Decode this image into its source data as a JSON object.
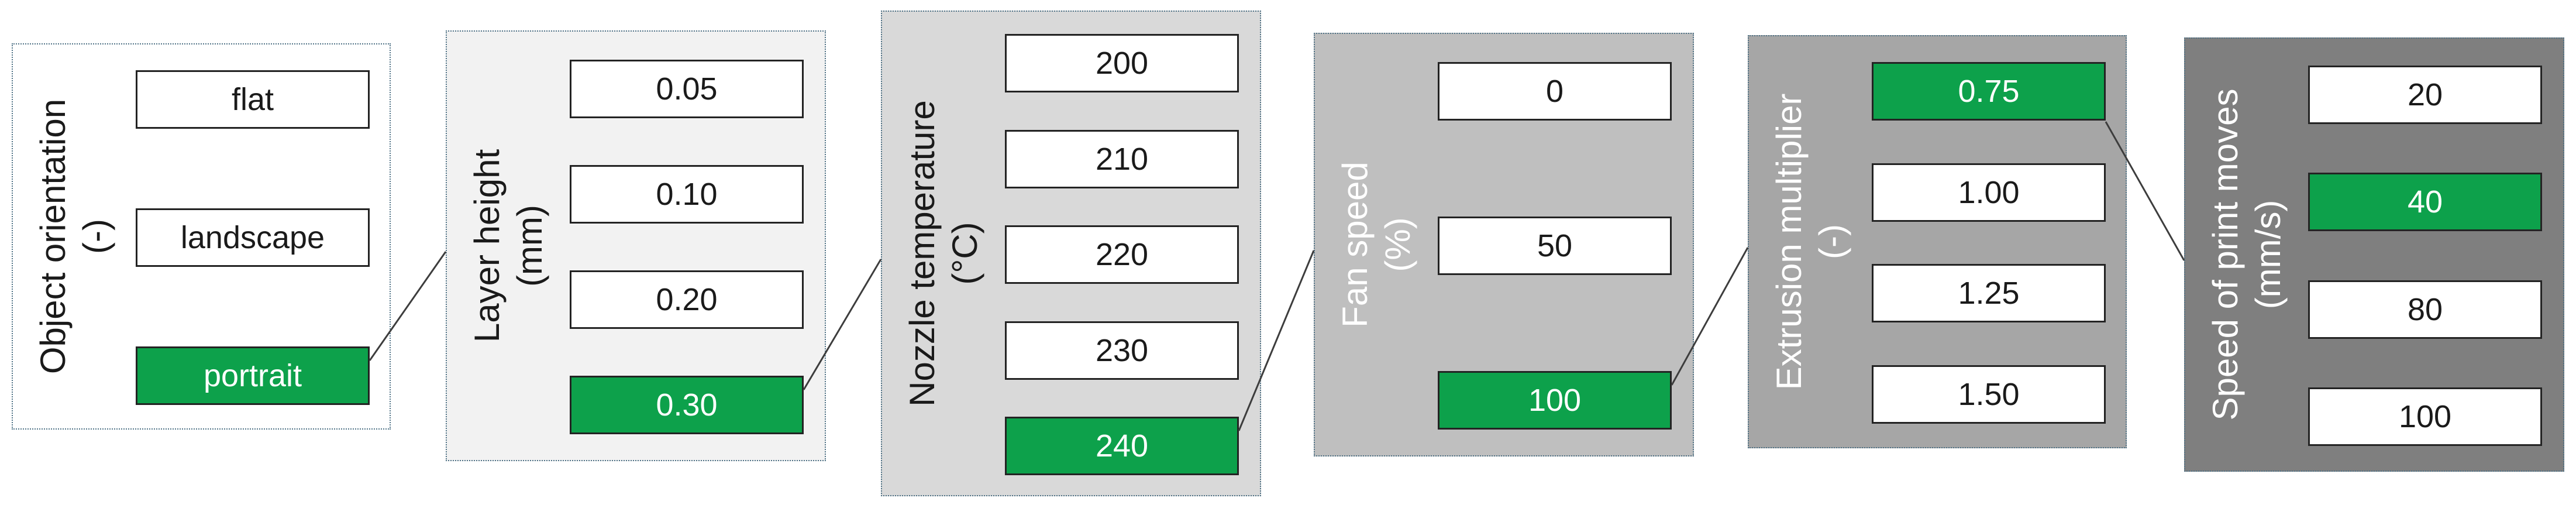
{
  "diagram": {
    "description": "3D printing parameter selection diagram with six linked parameter panels; the highlighted green box in each panel is the selected value",
    "colors": {
      "selected_fill": "#0da14b",
      "selected_text": "#ffffff",
      "option_fill": "#ffffff",
      "option_border": "#232323",
      "option_text": "#1a1a1a",
      "panel_border": "#4f7286",
      "connector_line": "#3d3d3d"
    },
    "panels": [
      {
        "id": "object-orientation",
        "label": "Object orientation",
        "unit": "(-)",
        "background": "#ffffff",
        "label_color": "#1a1a1a",
        "options": [
          "flat",
          "landscape",
          "portrait"
        ],
        "selected": "portrait"
      },
      {
        "id": "layer-height",
        "label": "Layer height",
        "unit": "(mm)",
        "background": "#f2f2f2",
        "label_color": "#1a1a1a",
        "options": [
          "0.05",
          "0.10",
          "0.20",
          "0.30"
        ],
        "selected": "0.30"
      },
      {
        "id": "nozzle-temperature",
        "label": "Nozzle temperature",
        "unit": "(°C)",
        "background": "#d9d9d9",
        "label_color": "#1a1a1a",
        "options": [
          "200",
          "210",
          "220",
          "230",
          "240"
        ],
        "selected": "240"
      },
      {
        "id": "fan-speed",
        "label": "Fan speed",
        "unit": "(%)",
        "background": "#bfbfbf",
        "label_color": "#ffffff",
        "options": [
          "0",
          "50",
          "100"
        ],
        "selected": "100"
      },
      {
        "id": "extrusion-multiplier",
        "label": "Extrusion multiplier",
        "unit": "(-)",
        "background": "#a6a6a6",
        "label_color": "#ffffff",
        "options": [
          "0.75",
          "1.00",
          "1.25",
          "1.50"
        ],
        "selected": "0.75"
      },
      {
        "id": "speed-of-print-moves",
        "label": "Speed of print moves",
        "unit": "(mm/s)",
        "background": "#7f7f7f",
        "label_color": "#ffffff",
        "options": [
          "20",
          "40",
          "80",
          "100"
        ],
        "selected": "40"
      }
    ],
    "connections": [
      {
        "from_panel": "object-orientation",
        "from_option": "portrait",
        "to_panel": "layer-height"
      },
      {
        "from_panel": "layer-height",
        "from_option": "0.30",
        "to_panel": "nozzle-temperature"
      },
      {
        "from_panel": "nozzle-temperature",
        "from_option": "240",
        "to_panel": "fan-speed"
      },
      {
        "from_panel": "fan-speed",
        "from_option": "100",
        "to_panel": "extrusion-multiplier"
      },
      {
        "from_panel": "extrusion-multiplier",
        "from_option": "0.75",
        "to_panel": "speed-of-print-moves"
      }
    ]
  }
}
